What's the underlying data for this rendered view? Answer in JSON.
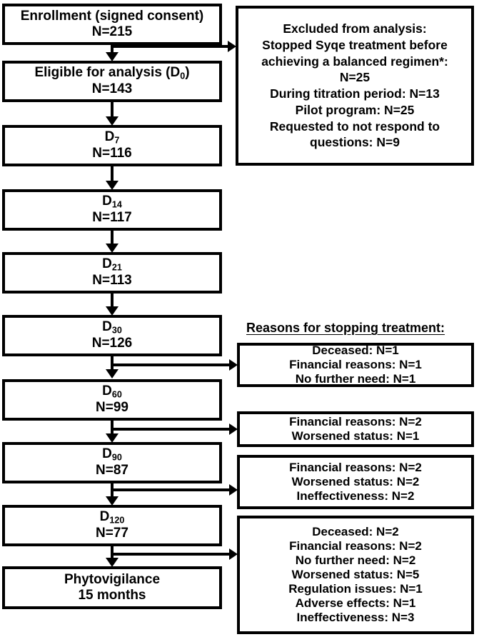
{
  "figure": {
    "type": "flowchart",
    "title": "Study participant flow diagram"
  },
  "flow_boxes": [
    {
      "id": "enrollment",
      "label": "Enrollment (signed consent)",
      "n": "N=215"
    },
    {
      "id": "eligible",
      "label": "Eligible for analysis (D",
      "label_sub": "0",
      "label_tail": ")",
      "n": "N=143"
    },
    {
      "id": "d7",
      "label": "D",
      "label_sub": "7",
      "label_tail": "",
      "n": "N=116"
    },
    {
      "id": "d14",
      "label": "D",
      "label_sub": "14",
      "label_tail": "",
      "n": "N=117"
    },
    {
      "id": "d21",
      "label": "D",
      "label_sub": "21",
      "label_tail": "",
      "n": "N=113"
    },
    {
      "id": "d30",
      "label": "D",
      "label_sub": "30",
      "label_tail": "",
      "n": "N=126"
    },
    {
      "id": "d60",
      "label": "D",
      "label_sub": "60",
      "label_tail": "",
      "n": "N=99"
    },
    {
      "id": "d90",
      "label": "D",
      "label_sub": "90",
      "label_tail": "",
      "n": "N=87"
    },
    {
      "id": "d120",
      "label": "D",
      "label_sub": "120",
      "label_tail": "",
      "n": "N=77"
    },
    {
      "id": "phytovigilance",
      "label": "Phytovigilance",
      "n": "15 months"
    }
  ],
  "excluded_box": {
    "lines": [
      "Excluded from analysis:",
      "Stopped Syqe treatment before",
      "achieving a balanced regimen*:",
      "N=25",
      "During titration period: N=13",
      "Pilot program: N=25",
      "Requested to not respond to",
      "questions: N=9"
    ]
  },
  "reasons_header": "Reasons for stopping treatment:",
  "reason_boxes": [
    {
      "id": "reasons-d30",
      "lines": [
        "Deceased: N=1",
        "Financial reasons: N=1",
        "No further need: N=1"
      ]
    },
    {
      "id": "reasons-d60",
      "lines": [
        "Financial reasons: N=2",
        "Worsened status: N=1"
      ]
    },
    {
      "id": "reasons-d90",
      "lines": [
        "Financial reasons: N=2",
        "Worsened status: N=2",
        "Ineffectiveness: N=2"
      ]
    },
    {
      "id": "reasons-d120",
      "lines": [
        "Deceased: N=2",
        "Financial reasons: N=2",
        "No further need: N=2",
        "Worsened status: N=5",
        "Regulation issues: N=1",
        "Adverse effects: N=1",
        "Ineffectiveness: N=3"
      ]
    }
  ],
  "colors": {
    "stroke": "#000000",
    "fill": "#ffffff",
    "text": "#000000"
  }
}
